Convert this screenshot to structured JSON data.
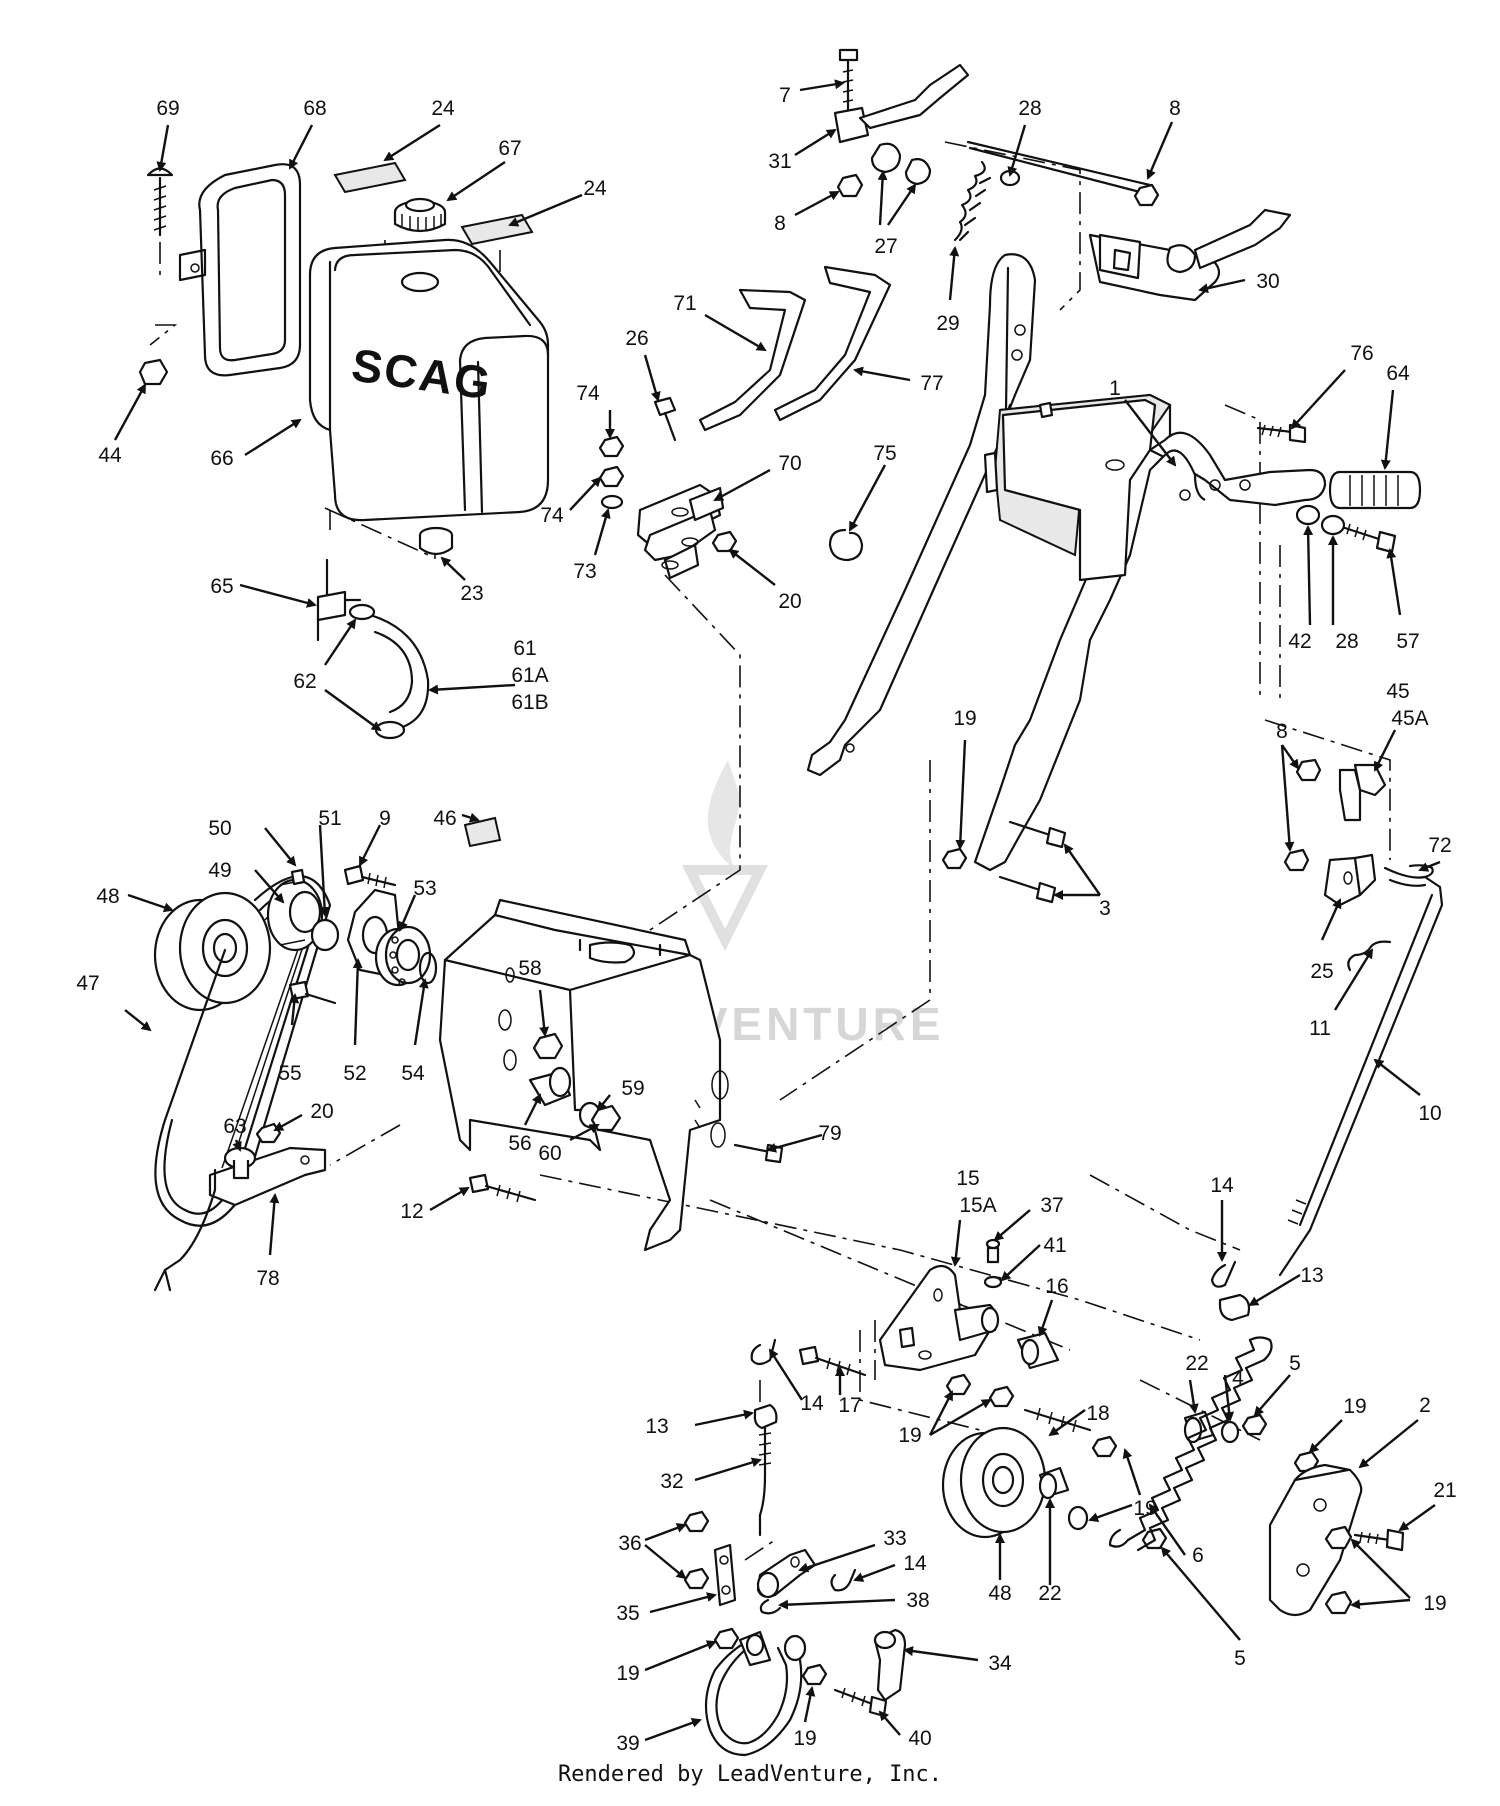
{
  "brand_label": "SCAG",
  "watermark": "LEADVENTURE",
  "footer": "Rendered by LeadVenture, Inc.",
  "callouts": [
    "69",
    "68",
    "24",
    "67",
    "24",
    "44",
    "66",
    "23",
    "65",
    "61",
    "61A",
    "61B",
    "62",
    "7",
    "31",
    "8",
    "27",
    "28",
    "29",
    "8",
    "30",
    "26",
    "71",
    "77",
    "74",
    "74",
    "73",
    "70",
    "20",
    "75",
    "1",
    "76",
    "64",
    "42",
    "28",
    "57",
    "19",
    "3",
    "45",
    "45A",
    "8",
    "72",
    "25",
    "11",
    "10",
    "50",
    "51",
    "9",
    "46",
    "48",
    "49",
    "47",
    "53",
    "58",
    "55",
    "52",
    "54",
    "59",
    "56",
    "60",
    "63",
    "20",
    "78",
    "12",
    "79",
    "15",
    "15A",
    "37",
    "41",
    "14",
    "13",
    "16",
    "17",
    "13",
    "14",
    "32",
    "19",
    "22",
    "4",
    "5",
    "19",
    "2",
    "18",
    "21",
    "19",
    "48",
    "22",
    "36",
    "33",
    "14",
    "35",
    "38",
    "6",
    "19",
    "19",
    "34",
    "39",
    "19",
    "40",
    "5"
  ]
}
